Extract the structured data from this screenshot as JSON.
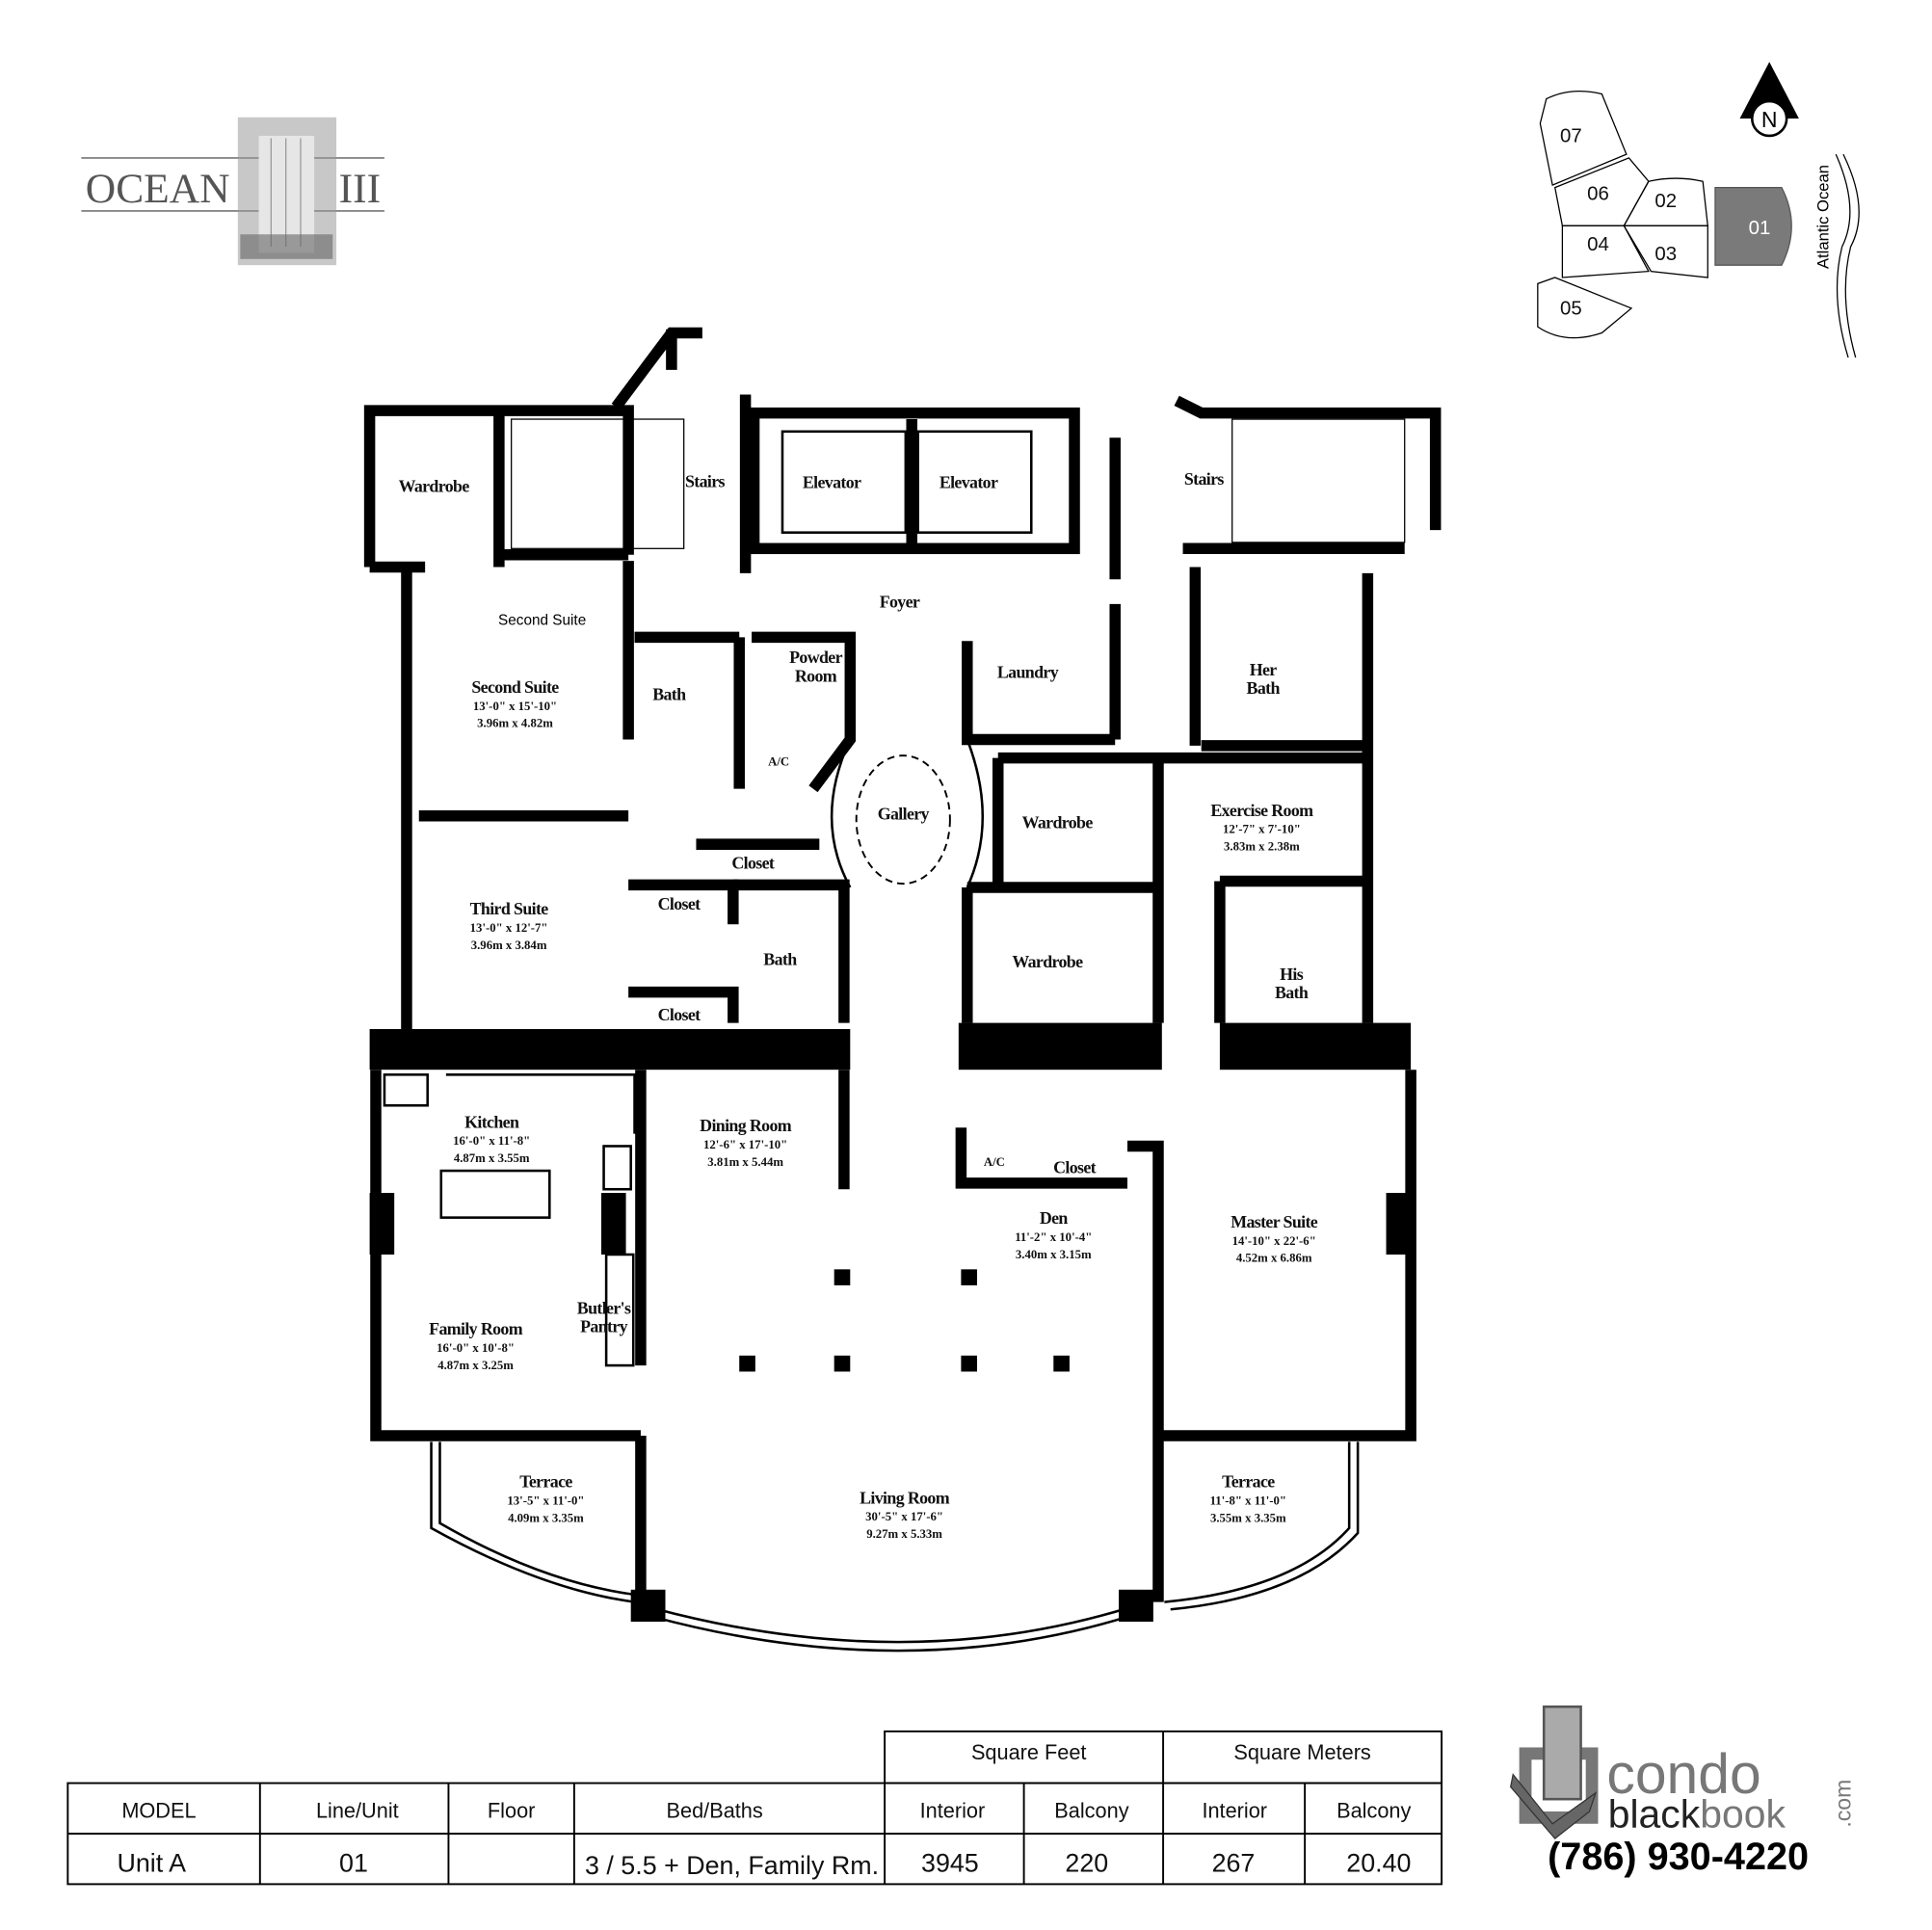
{
  "logo": {
    "left_text": "OCEAN",
    "right_text": "III"
  },
  "watermark": "CondoBlackBook",
  "key_plan": {
    "north_label": "N",
    "ocean_label": "Atlantic Ocean",
    "units": [
      "07",
      "06",
      "02",
      "01",
      "04",
      "03",
      "05"
    ],
    "highlighted_unit": "01",
    "highlight_color": "#7a7a7a"
  },
  "rooms": {
    "wardrobe_nw": {
      "name": "Wardrobe"
    },
    "stairs_w": {
      "name": "Stairs"
    },
    "elevator_1": {
      "name": "Elevator"
    },
    "elevator_2": {
      "name": "Elevator"
    },
    "stairs_e": {
      "name": "Stairs"
    },
    "foyer": {
      "name": "Foyer"
    },
    "second_suite_tag": {
      "name": "Second Suite"
    },
    "second_suite": {
      "name": "Second Suite",
      "imperial": "13'-0\" x 15'-10\"",
      "metric": "3.96m x 4.82m"
    },
    "bath_2": {
      "name": "Bath"
    },
    "powder_room": {
      "name": "Powder",
      "name2": "Room"
    },
    "ac_1": {
      "name": "A/C"
    },
    "laundry": {
      "name": "Laundry"
    },
    "her_bath": {
      "name": "Her",
      "name2": "Bath"
    },
    "gallery": {
      "name": "Gallery"
    },
    "wardrobe_e1": {
      "name": "Wardrobe"
    },
    "exercise_room": {
      "name": "Exercise Room",
      "imperial": "12'-7\" x 7'-10\"",
      "metric": "3.83m x 2.38m"
    },
    "closet_1": {
      "name": "Closet"
    },
    "third_suite": {
      "name": "Third Suite",
      "imperial": "13'-0\" x 12'-7\"",
      "metric": "3.96m x 3.84m"
    },
    "closet_2": {
      "name": "Closet"
    },
    "bath_3": {
      "name": "Bath"
    },
    "wardrobe_e2": {
      "name": "Wardrobe"
    },
    "his_bath": {
      "name": "His",
      "name2": "Bath"
    },
    "closet_3": {
      "name": "Closet"
    },
    "kitchen": {
      "name": "Kitchen",
      "imperial": "16'-0\" x 11'-8\"",
      "metric": "4.87m x 3.55m"
    },
    "dining_room": {
      "name": "Dining Room",
      "imperial": "12'-6\" x 17'-10\"",
      "metric": "3.81m x 5.44m"
    },
    "ac_2": {
      "name": "A/C"
    },
    "closet_4": {
      "name": "Closet"
    },
    "den": {
      "name": "Den",
      "imperial": "11'-2\" x 10'-4\"",
      "metric": "3.40m x 3.15m"
    },
    "master_suite": {
      "name": "Master Suite",
      "imperial": "14'-10\" x 22'-6\"",
      "metric": "4.52m x 6.86m"
    },
    "butlers_pantry": {
      "name": "Butler's",
      "name2": "Pantry"
    },
    "family_room": {
      "name": "Family Room",
      "imperial": "16'-0\" x 10'-8\"",
      "metric": "4.87m x 3.25m"
    },
    "terrace_w": {
      "name": "Terrace",
      "imperial": "13'-5\" x 11'-0\"",
      "metric": "4.09m x 3.35m"
    },
    "living_room": {
      "name": "Living Room",
      "imperial": "30'-5\" x 17'-6\"",
      "metric": "9.27m x 5.33m"
    },
    "terrace_e": {
      "name": "Terrace",
      "imperial": "11'-8\" x 11'-0\"",
      "metric": "3.55m x 3.35m"
    }
  },
  "table": {
    "group_headers": {
      "sqft": "Square Feet",
      "sqm": "Square Meters"
    },
    "headers": [
      "MODEL",
      "Line/Unit",
      "Floor",
      "Bed/Baths",
      "Interior",
      "Balcony",
      "Interior",
      "Balcony"
    ],
    "row": [
      "Unit A",
      "01",
      "",
      "3 / 5.5 + Den, Family Rm.",
      "3945",
      "220",
      "267",
      "20.40"
    ]
  },
  "brand": {
    "name_top": "condo",
    "name_bottom_dark": "black",
    "name_bottom_light": "book",
    "tld": ".com",
    "phone": "(786) 930-4220"
  }
}
